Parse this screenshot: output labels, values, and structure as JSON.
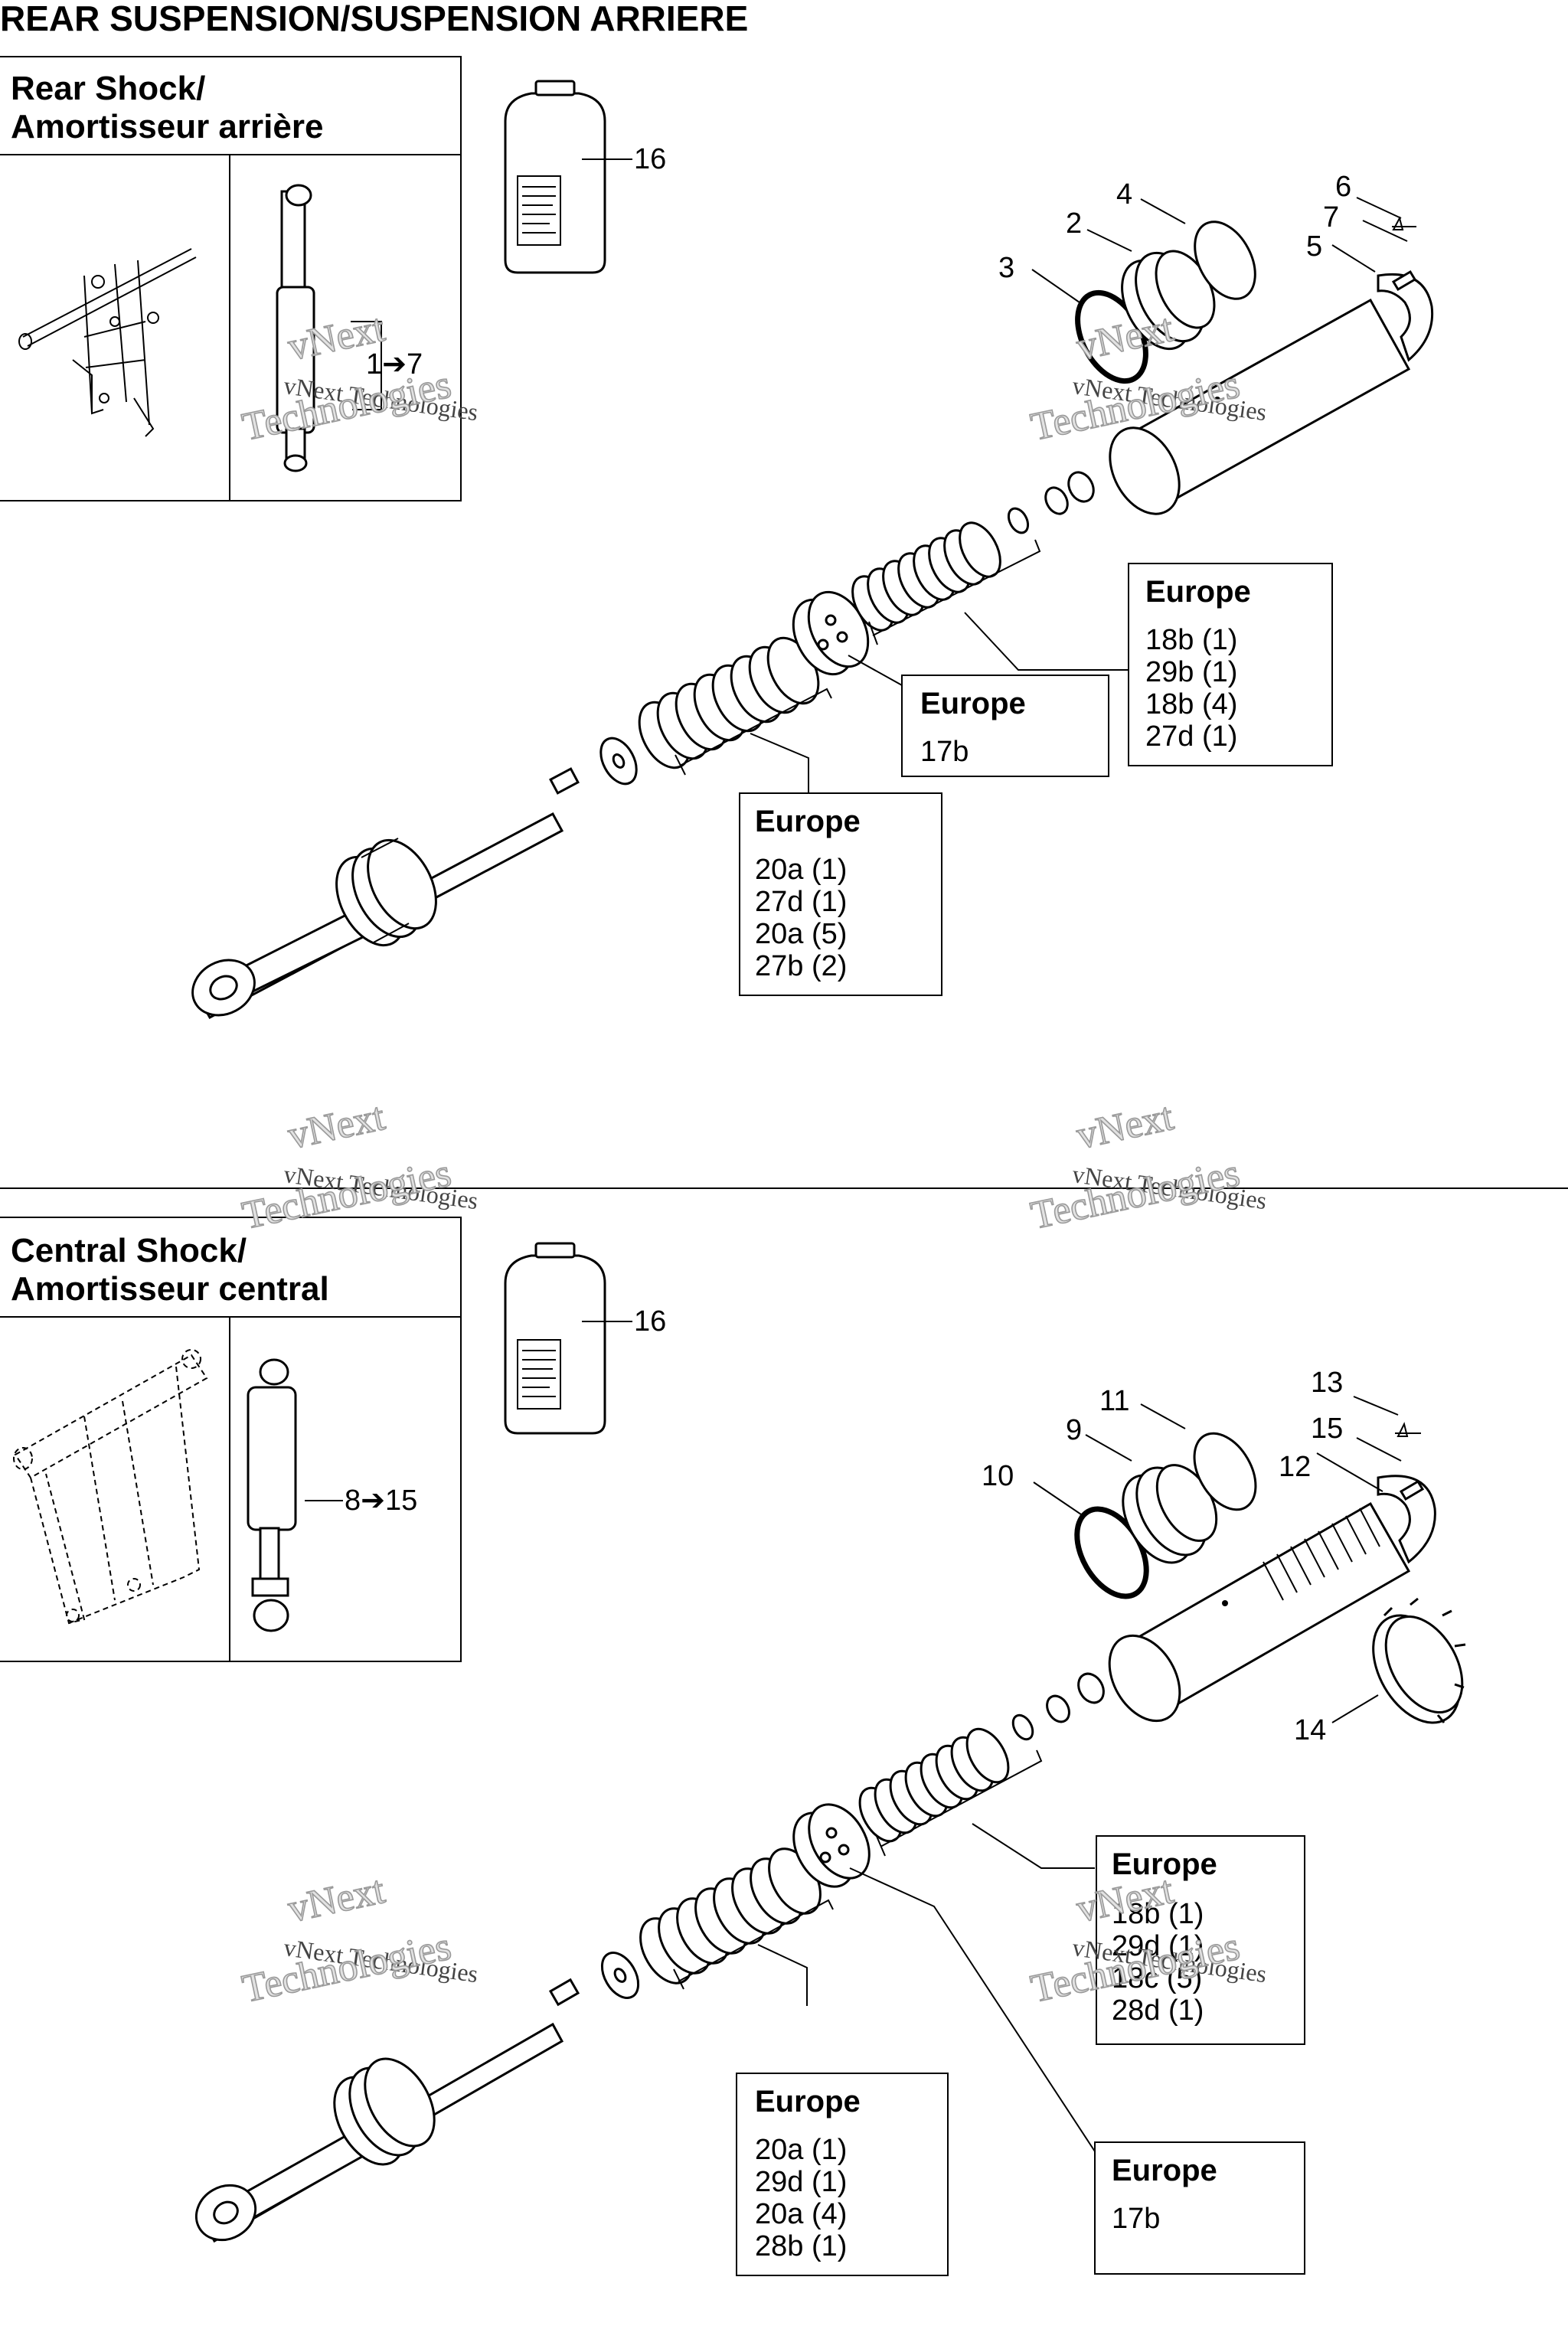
{
  "page_title": "REAR SUSPENSION/SUSPENSION ARRIERE",
  "watermark": {
    "line1": "vNext",
    "line2": "vNext Technologies",
    "line3": "Technologies"
  },
  "sections": [
    {
      "id": "rear",
      "header_line1": "Rear Shock/",
      "header_line2": "Amortisseur arrière",
      "thumb_range": "1➔7",
      "oil_label": "16",
      "callouts": [
        "2",
        "3",
        "4",
        "5",
        "6",
        "7"
      ],
      "boxes": [
        {
          "title": "Europe",
          "items": [
            "18b (1)",
            "29b (1)",
            "18b (4)",
            "27d (1)"
          ]
        },
        {
          "title": "Europe",
          "items": [
            "17b"
          ]
        },
        {
          "title": "Europe",
          "items": [
            "20a (1)",
            "27d (1)",
            "20a (5)",
            "27b (2)"
          ]
        }
      ]
    },
    {
      "id": "central",
      "header_line1": "Central Shock/",
      "header_line2": "Amortisseur central",
      "thumb_range": "8➔15",
      "oil_label": "16",
      "callouts": [
        "9",
        "10",
        "11",
        "12",
        "13",
        "14",
        "15"
      ],
      "boxes": [
        {
          "title": "Europe",
          "items": [
            "18b (1)",
            "29d (1)",
            "18c (5)",
            "28d (1)"
          ]
        },
        {
          "title": "Europe",
          "items": [
            "20a (1)",
            "29d (1)",
            "20a (4)",
            "28b (1)"
          ]
        },
        {
          "title": "Europe",
          "items": [
            "17b"
          ]
        }
      ]
    }
  ]
}
